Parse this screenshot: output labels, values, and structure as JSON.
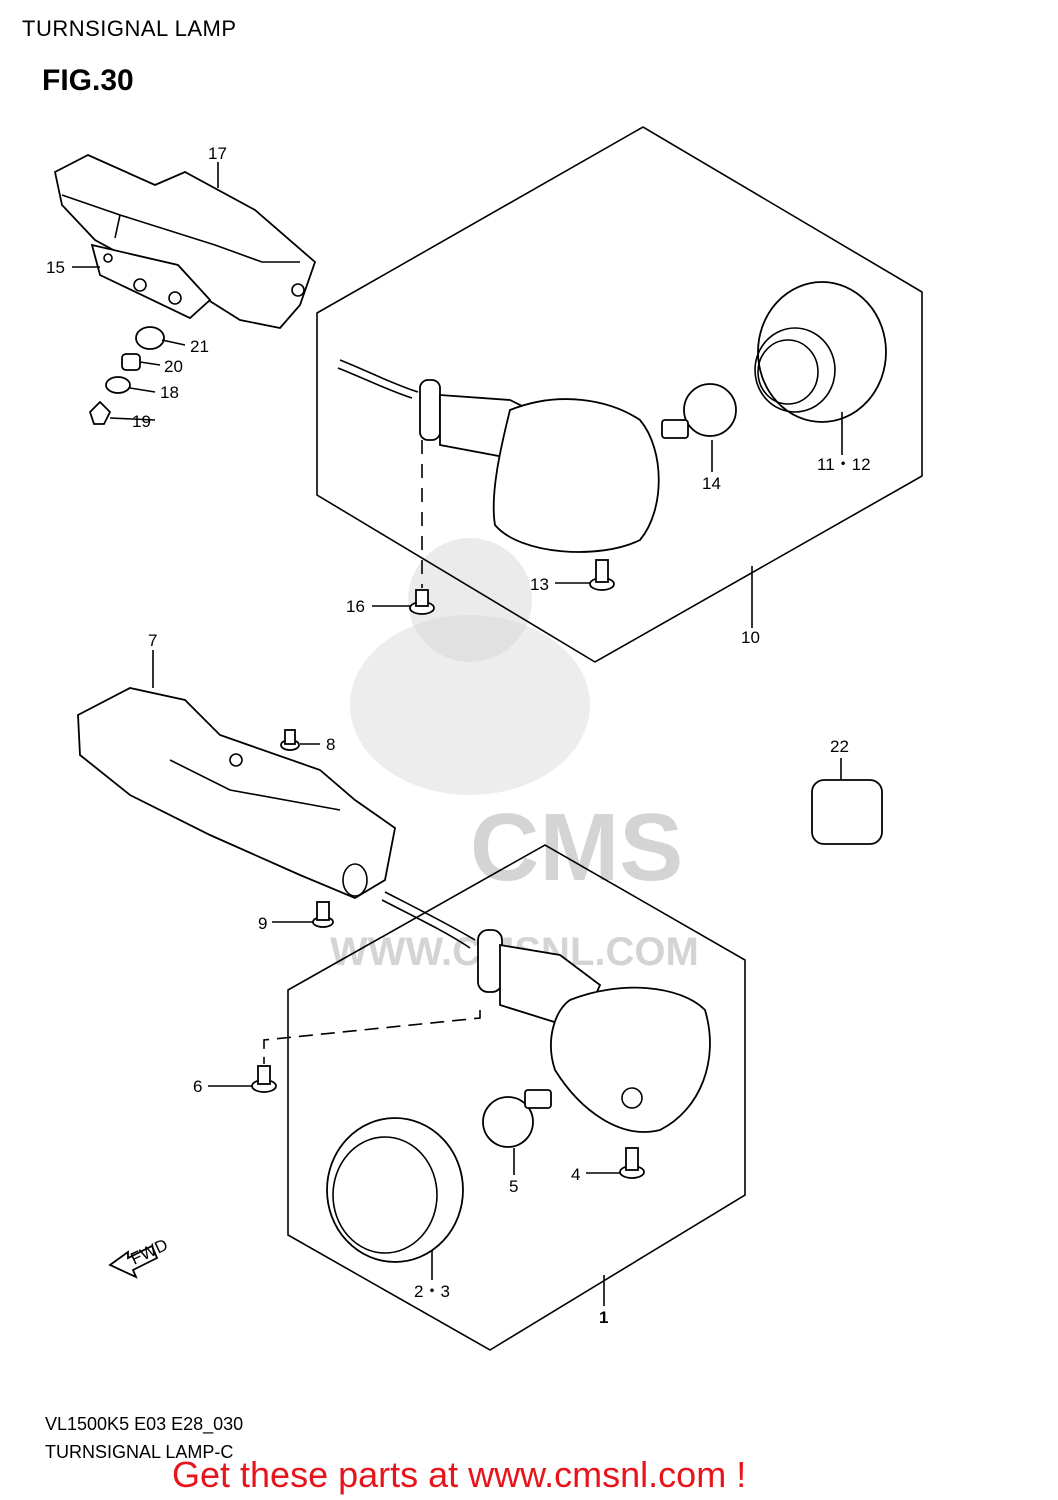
{
  "header": {
    "title": "TURNSIGNAL LAMP",
    "figure": "FIG.30"
  },
  "watermark": {
    "logo_text": "CMS",
    "url_text": "WWW.CMSNL.COM"
  },
  "callouts": [
    {
      "id": "c17",
      "label": "17"
    },
    {
      "id": "c15",
      "label": "15"
    },
    {
      "id": "c21",
      "label": "21"
    },
    {
      "id": "c20",
      "label": "20"
    },
    {
      "id": "c18",
      "label": "18"
    },
    {
      "id": "c19",
      "label": "19"
    },
    {
      "id": "c14",
      "label": "14"
    },
    {
      "id": "c1112",
      "label": "11・12"
    },
    {
      "id": "c13",
      "label": "13"
    },
    {
      "id": "c16",
      "label": "16"
    },
    {
      "id": "c10",
      "label": "10"
    },
    {
      "id": "c7",
      "label": "7"
    },
    {
      "id": "c8",
      "label": "8"
    },
    {
      "id": "c22",
      "label": "22"
    },
    {
      "id": "c9",
      "label": "9"
    },
    {
      "id": "c6",
      "label": "6"
    },
    {
      "id": "c4",
      "label": "4"
    },
    {
      "id": "c5",
      "label": "5"
    },
    {
      "id": "c23",
      "label": "2・3"
    },
    {
      "id": "c1",
      "label": "1"
    }
  ],
  "fwd_label": "FWD",
  "footer": {
    "model_code": "VL1500K5 E03 E28_030",
    "diagram_name": "TURNSIGNAL LAMP-C",
    "promo": "Get these parts at www.cmsnl.com !"
  }
}
